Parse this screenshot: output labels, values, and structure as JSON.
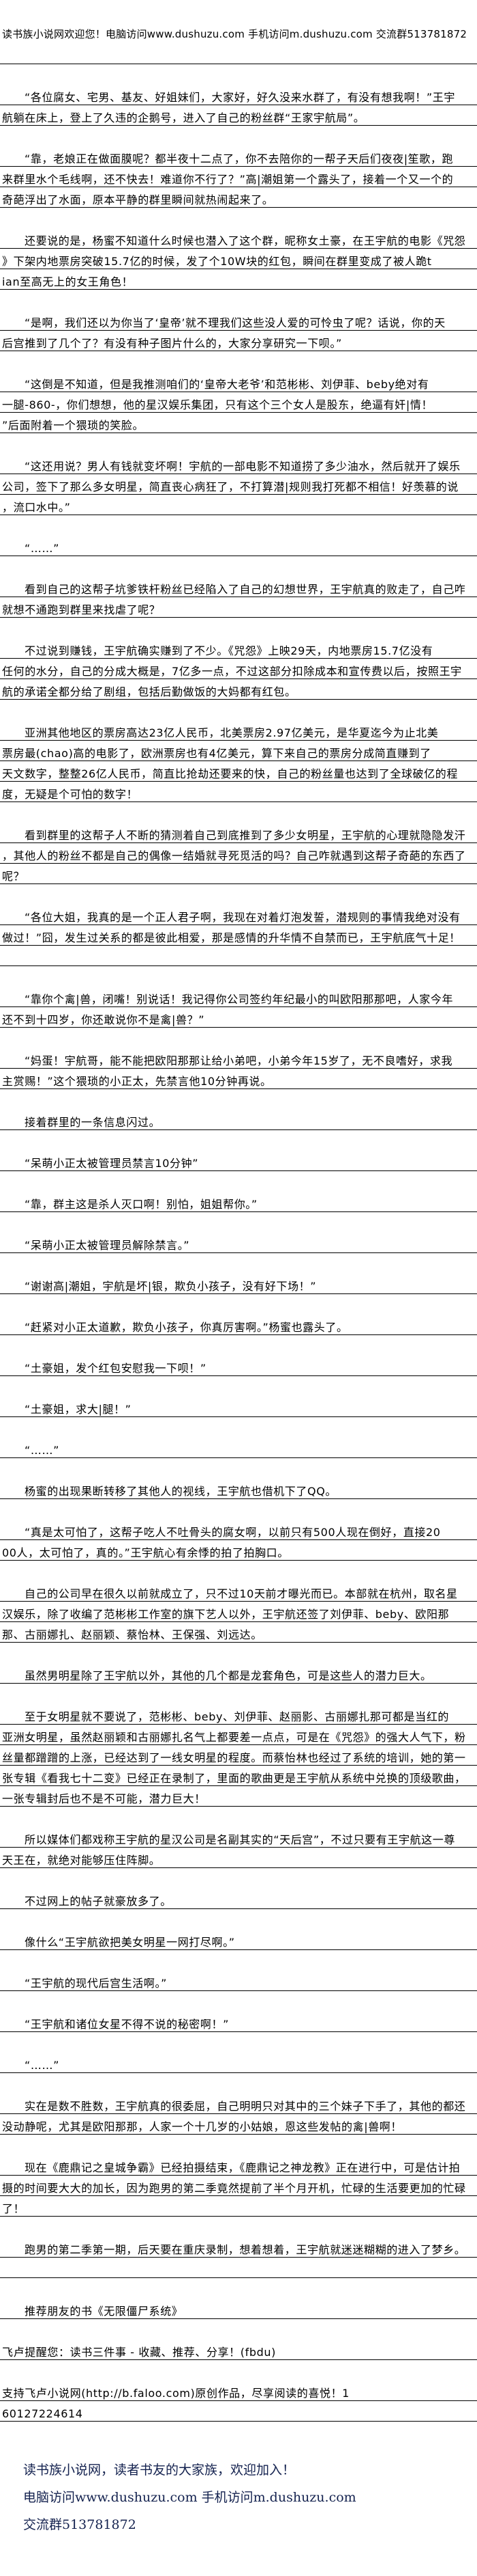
{
  "header": {
    "text": "读书族小说网欢迎您！电脑访问www.dushuzu.com 手机访问m.dushuzu.com 交流群513781872"
  },
  "paragraphs": [
    {
      "indent": true,
      "lines": [
        "“各位腐女、宅男、基友、好姐妹们，大家好，好久没来水群了，有没有想我啊！”王宇",
        "航躺在床上，登上了久违的企鹅号，进入了自己的粉丝群“王家宇航局”。"
      ]
    },
    {
      "indent": true,
      "lines": [
        "“靠，老娘正在做面膜呢？都半夜十二点了，你不去陪你的一帮子天后们夜夜|笙歌，跑",
        "来群里水个毛线啊，还不快去！难道你不行了？”高|潮姐第一个露头了，接着一个又一个的",
        "奇葩浮出了水面，原本平静的群里瞬间就热闹起来了。"
      ]
    },
    {
      "indent": true,
      "lines": [
        "还要说的是，杨蜜不知道什么时候也潜入了这个群，昵称女土豪，在王宇航的电影《咒怨",
        "》下架内地票房突破15.7亿的时候，发了个10W块的红包，瞬间在群里变成了被人跪t",
        "ian至高无上的女王角色！"
      ]
    },
    {
      "indent": true,
      "lines": [
        "“是啊，我们还以为你当了‘皇帝’就不理我们这些没人爱的可怜虫了呢？话说，你的天",
        "后宫推到了几个了？有没有种子图片什么的，大家分享研究一下呗。”"
      ]
    },
    {
      "indent": true,
      "lines": [
        "“这倒是不知道，但是我推测咱们的‘皇帝大老爷’和范彬彬、刘伊菲、beby绝对有",
        "一腿-860-，你们想想，他的星汉娱乐集团，只有这个三个女人是股东，绝逼有奸|情！",
        "”后面附着一个猥琐的笑脸。"
      ]
    },
    {
      "indent": true,
      "lines": [
        "“这还用说？男人有钱就变坏啊！宇航的一部电影不知道捞了多少油水，然后就开了娱乐",
        "公司，签下了那么多女明星，简直丧心病狂了，不打算潜|规则我打死都不相信！好羡慕的说",
        "，流口水中。”"
      ]
    },
    {
      "indent": true,
      "lines": [
        "“……”"
      ]
    },
    {
      "indent": true,
      "lines": [
        "看到自己的这帮子坑爹铁杆粉丝已经陷入了自己的幻想世界，王宇航真的败走了，自己咋",
        "就想不通跑到群里来找虐了呢？"
      ]
    },
    {
      "indent": true,
      "lines": [
        "不过说到赚钱，王宇航确实赚到了不少。《咒怨》上映29天，内地票房15.7亿没有",
        "任何的水分，自己的分成大概是，7亿多一点，不过这部分扣除成本和宣传费以后，按照王宇",
        "航的承诺全都分给了剧组，包括后勤做饭的大妈都有红包。"
      ]
    },
    {
      "indent": true,
      "lines": [
        "亚洲其他地区的票房高达23亿人民币，北美票房2.97亿美元，是华夏迄今为止北美",
        "票房最(chao)高的电影了，欧洲票房也有4亿美元，算下来自己的票房分成简直赚到了",
        "天文数字，整整26亿人民币，简直比抢劫还要来的快，自己的粉丝量也达到了全球破亿的程",
        "度，无疑是个可怕的数字！"
      ]
    },
    {
      "indent": true,
      "lines": [
        "看到群里的这帮子人不断的猜测着自己到底推到了多少女明星，王宇航的心理就隐隐发汗",
        "，其他人的粉丝不都是自己的偶像一结婚就寻死觅活的吗？自己咋就遇到这帮子奇葩的东西了",
        "呢？"
      ]
    },
    {
      "indent": true,
      "lines": [
        "“各位大姐，我真的是一个正人君子啊，我现在对着灯泡发誓，潜规则的事情我绝对没有",
        "做过！”囧，发生过关系的都是彼此相爱，那是感情的升华情不自禁而已，王宇航底气十足！",
        ""
      ]
    },
    {
      "indent": true,
      "lines": [
        "“靠你个禽|兽，闭嘴！别说话！我记得你公司签约年纪最小的叫欧阳那那吧，人家今年",
        "还不到十四岁，你还敢说你不是禽|兽？”"
      ]
    },
    {
      "indent": true,
      "lines": [
        "“妈蛋！宇航哥，能不能把欧阳那那让给小弟吧，小弟今年15岁了，无不良嗜好，求我",
        "主赏赐！”这个猥琐的小正太，先禁言他10分钟再说。"
      ]
    },
    {
      "indent": true,
      "lines": [
        "接着群里的一条信息闪过。"
      ]
    },
    {
      "indent": true,
      "lines": [
        "“呆萌小正太被管理员禁言10分钟”"
      ]
    },
    {
      "indent": true,
      "lines": [
        "“靠，群主这是杀人灭口啊！别怕，姐姐帮你。”"
      ]
    },
    {
      "indent": true,
      "lines": [
        "“呆萌小正太被管理员解除禁言。”"
      ]
    },
    {
      "indent": true,
      "lines": [
        "“谢谢高|潮姐，宇航是坏|银，欺负小孩子，没有好下场！”"
      ]
    },
    {
      "indent": true,
      "lines": [
        "“赶紧对小正太道歉，欺负小孩子，你真厉害啊。”杨蜜也露头了。"
      ]
    },
    {
      "indent": true,
      "lines": [
        "“土豪姐，发个红包安慰我一下呗！”"
      ]
    },
    {
      "indent": true,
      "lines": [
        "“土豪姐，求大|腿！”"
      ]
    },
    {
      "indent": true,
      "lines": [
        "“……”"
      ]
    },
    {
      "indent": true,
      "lines": [
        "杨蜜的出现果断转移了其他人的视线，王宇航也借机下了QQ。"
      ]
    },
    {
      "indent": true,
      "lines": [
        "“真是太可怕了，这帮子吃人不吐骨头的腐女啊，以前只有500人现在倒好，直接20",
        "00人，太可怕了，真的。”王宇航心有余悸的拍了拍胸口。"
      ]
    },
    {
      "indent": true,
      "lines": [
        "自己的公司早在很久以前就成立了，只不过10天前才曝光而已。本部就在杭州，取名星",
        "汉娱乐，除了收编了范彬彬工作室的旗下艺人以外，王宇航还签了刘伊菲、beby、欧阳那",
        "那、古丽娜扎、赵丽颖、蔡怡林、王保强、刘远达。"
      ]
    },
    {
      "indent": true,
      "lines": [
        "虽然男明星除了王宇航以外，其他的几个都是龙套角色，可是这些人的潜力巨大。"
      ]
    },
    {
      "indent": true,
      "lines": [
        "至于女明星就不要说了，范彬彬、beby、刘伊菲、赵丽影、古丽娜扎那可都是当红的",
        "亚洲女明星，虽然赵丽颖和古丽娜扎名气上都要差一点点，可是在《咒怨》的强大人气下，粉",
        "丝量都蹭蹭的上涨，已经达到了一线女明星的程度。而蔡怡林也经过了系统的培训，她的第一",
        "张专辑《看我七十二变》已经正在录制了，里面的歌曲更是王宇航从系统中兑换的顶级歌曲，",
        "一张专辑封后也不是不可能，潜力巨大！"
      ]
    },
    {
      "indent": true,
      "lines": [
        "所以媒体们都戏称王宇航的星汉公司是名副其实的“天后宫”，不过只要有王宇航这一尊",
        "天王在，就绝对能够压住阵脚。"
      ]
    },
    {
      "indent": true,
      "lines": [
        "不过网上的帖子就豪放多了。"
      ]
    },
    {
      "indent": true,
      "lines": [
        "像什么“王宇航欲把美女明星一网打尽啊。”"
      ]
    },
    {
      "indent": true,
      "lines": [
        "“王宇航的现代后宫生活啊。”"
      ]
    },
    {
      "indent": true,
      "lines": [
        "“王宇航和诸位女星不得不说的秘密啊！”"
      ]
    },
    {
      "indent": true,
      "lines": [
        "“……”"
      ]
    },
    {
      "indent": true,
      "lines": [
        "实在是数不胜数，王宇航真的很委屈，自己明明只对其中的三个妹子下手了，其他的都还",
        "没动静呢，尤其是欧阳那那，人家一个十几岁的小姑娘，恩这些发帖的禽|兽啊！"
      ]
    },
    {
      "indent": true,
      "lines": [
        "现在《鹿鼎记之皇城争霸》已经拍摄结束，《鹿鼎记之神龙教》正在进行中，可是估计拍",
        "摄的时间要大大的加长，因为跑男的第二季竟然提前了半个月开机，忙碌的生活要更加的忙碌",
        "了！"
      ]
    },
    {
      "indent": true,
      "lines": [
        "跑男的第二季第一期，后天要在重庆录制，想着想着，王宇航就迷迷糊糊的进入了梦乡。",
        ""
      ]
    },
    {
      "indent": true,
      "lines": [
        "推荐朋友的书《无限僵尸系统》"
      ]
    },
    {
      "indent": false,
      "lines": [
        "飞卢提醒您：读书三件事 - 收藏、推荐、分享！(fbdu)"
      ]
    },
    {
      "indent": false,
      "lines": [
        "支持飞卢小说网(http://b.faloo.com)原创作品，尽享阅读的喜悦！1",
        "60127224614"
      ]
    }
  ],
  "footer": {
    "line1": "读书族小说网，读者书友的大家族，欢迎加入！",
    "line2": "电脑访问www.dushuzu.com 手机访问m.dushuzu.com",
    "line3": "交流群513781872"
  }
}
